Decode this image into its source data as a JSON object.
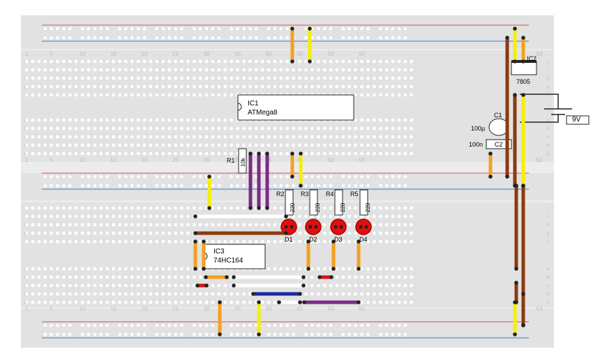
{
  "breadboard": {
    "colors": {
      "board": "#e2e2e2",
      "hole": "#ffffff",
      "rail_red": "#e05050",
      "rail_blue": "#3a78d8",
      "number_text": "#bdbdbd"
    },
    "column_numbers_top": [
      "1",
      "5",
      "10",
      "15",
      "20",
      "25",
      "30",
      "35",
      "40",
      "45",
      "50",
      "55",
      "63"
    ],
    "column_numbers_mid": [
      "1",
      "5",
      "10",
      "15",
      "20",
      "25",
      "30",
      "35",
      "40",
      "45",
      "50",
      "55",
      "63"
    ],
    "column_numbers_bottom": [
      "1",
      "5",
      "10",
      "15",
      "20",
      "25",
      "30",
      "35",
      "40",
      "45",
      "50",
      "55",
      "63"
    ],
    "row_letters_upper": [
      "k",
      "j",
      "i",
      "h",
      "g",
      "f",
      "e",
      "d",
      "c",
      "b",
      "a"
    ],
    "row_letters_lower": [
      "j",
      "i",
      "h",
      "g",
      "f",
      "e",
      "d",
      "c",
      "b",
      "a"
    ]
  },
  "components": {
    "ic1": {
      "ref": "IC1",
      "value": "ATMega8"
    },
    "ic2": {
      "ref": "IC2",
      "value": "7805"
    },
    "ic3": {
      "ref": "IC3",
      "value": "74HC164"
    },
    "c1": {
      "ref": "C1",
      "value": "100µ"
    },
    "c2": {
      "ref": "C2",
      "value": "100n"
    },
    "battery": {
      "value": "9V"
    },
    "r1": {
      "ref": "R1",
      "value": "10k"
    },
    "resistors": [
      {
        "ref": "R2",
        "value": "220"
      },
      {
        "ref": "R3",
        "value": "220"
      },
      {
        "ref": "R4",
        "value": "220"
      },
      {
        "ref": "R5",
        "value": "220"
      }
    ],
    "leds": [
      {
        "ref": "D1",
        "color": "#e01010"
      },
      {
        "ref": "D2",
        "color": "#e01010"
      },
      {
        "ref": "D3",
        "color": "#e01010"
      },
      {
        "ref": "D4",
        "color": "#e01010"
      }
    ]
  },
  "wire_colors": {
    "yellow": "#f5f000",
    "orange": "#f5a020",
    "brown": "#8b3a10",
    "purple": "#7a2a8a",
    "blue": "#1a2aa0",
    "red": "#e01010",
    "white": "#ffffff"
  }
}
